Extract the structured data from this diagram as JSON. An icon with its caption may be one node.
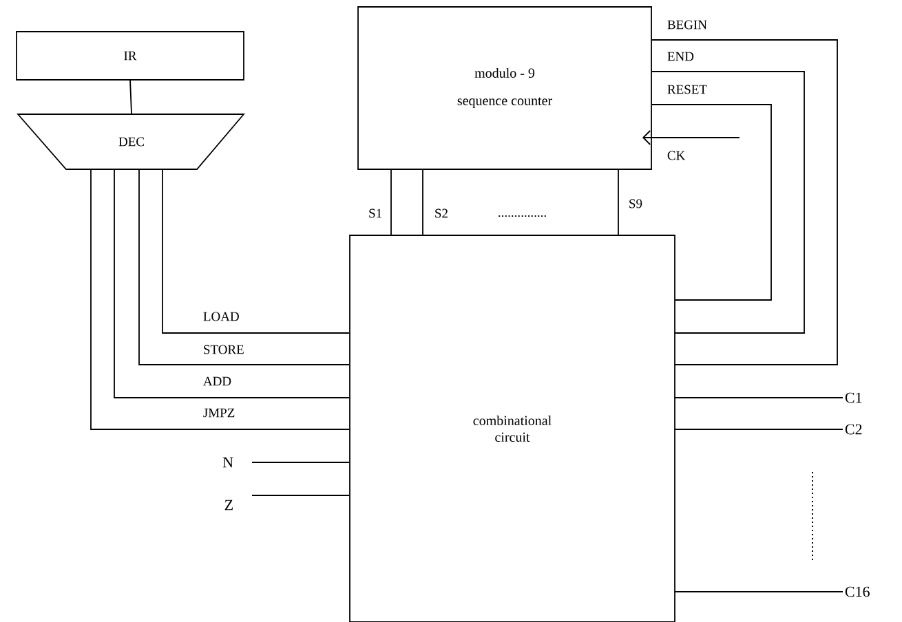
{
  "diagram": {
    "nodes": [
      {
        "text": [
          "IR"
        ]
      },
      {
        "text": [
          "DEC"
        ]
      },
      {
        "text": [
          "modulo - 9",
          "sequence counter"
        ]
      },
      {
        "text": [
          "combinational circuit"
        ]
      },
      {
        "text": [
          "N"
        ]
      },
      {
        "text": [
          "Z"
        ]
      },
      {
        "text": [
          "C1"
        ]
      },
      {
        "text": [
          "C2"
        ]
      },
      {
        "text": [
          "C16"
        ]
      }
    ],
    "edges": [
      {
        "from": 0,
        "to": 1,
        "arrow": "none"
      },
      {
        "from": 1,
        "to": 3,
        "arrow": "none",
        "label": "LOAD"
      },
      {
        "from": 1,
        "to": 3,
        "arrow": "none",
        "label": "STORE"
      },
      {
        "from": 1,
        "to": 3,
        "arrow": "none",
        "label": "ADD"
      },
      {
        "from": 1,
        "to": 3,
        "arrow": "none",
        "label": "JMPZ"
      },
      {
        "from": 2,
        "to": 3,
        "arrow": "none",
        "label": "BEGIN"
      },
      {
        "from": 2,
        "to": 3,
        "arrow": "none",
        "label": "END"
      },
      {
        "from": 2,
        "to": 3,
        "arrow": "none",
        "label": "RESET"
      },
      {
        "from": null,
        "to": 2,
        "arrow": "to",
        "label": "CK"
      },
      {
        "from": 2,
        "to": 3,
        "arrow": "none",
        "label": "S1"
      },
      {
        "from": 2,
        "to": 3,
        "arrow": "none",
        "label": "S2"
      },
      {
        "from": 2,
        "to": 3,
        "arrow": "none",
        "label": "S9"
      },
      {
        "from": 4,
        "to": 3,
        "arrow": "none"
      },
      {
        "from": 5,
        "to": 3,
        "arrow": "none"
      },
      {
        "from": 3,
        "to": 6,
        "arrow": "none"
      },
      {
        "from": 3,
        "to": 7,
        "arrow": "none"
      },
      {
        "from": 3,
        "to": 8,
        "arrow": "none"
      }
    ],
    "labels": [
      "..............."
    ]
  }
}
